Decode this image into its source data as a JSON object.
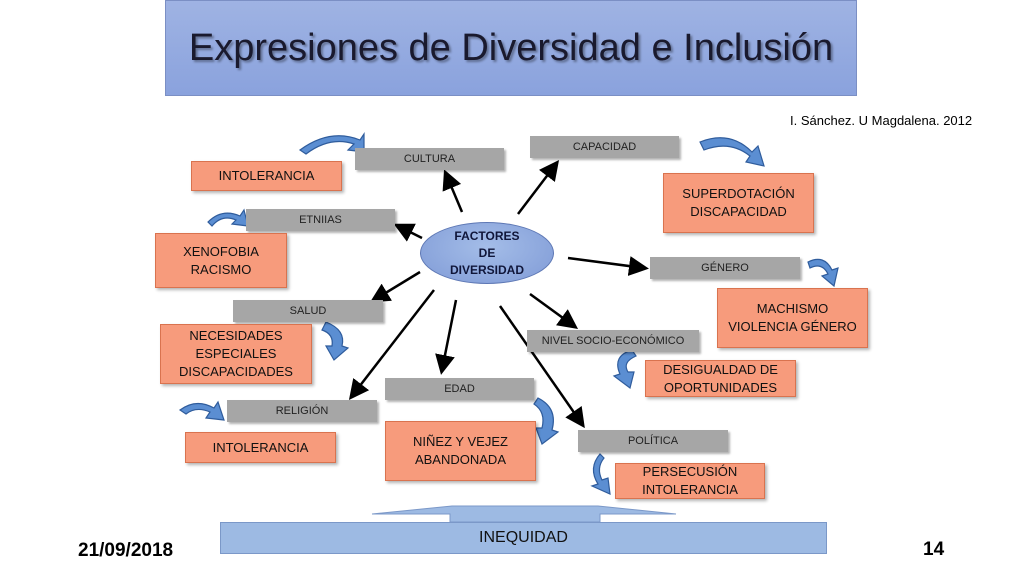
{
  "title": "Expresiones de Diversidad e Inclusión",
  "author": "I. Sánchez. U Magdalena. 2012",
  "center": "FACTORES\nDE\nDIVERSIDAD",
  "factors": {
    "cultura": "CULTURA",
    "capacidad": "CAPACIDAD",
    "etnias": "ETNIIAS",
    "genero": "GÉNERO",
    "salud": "SALUD",
    "nivel": "NIVEL SOCIO-ECONÓMICO",
    "edad": "EDAD",
    "religion": "RELIGIÓN",
    "politica": "POLÍTICA"
  },
  "effects": {
    "intolerancia1": "INTOLERANCIA",
    "superdotacion": "SUPERDOTACIÓN\nDISCAPACIDAD",
    "xenofobia": "XENOFOBIA\nRACISMO",
    "machismo": "MACHISMO\nVIOLENCIA GÉNERO",
    "necesidades": "NECESIDADES\nESPECIALES\nDISCAPACIDADES",
    "desigualdad": "DESIGUALDAD DE\nOPORTUNIDADES",
    "ninez": "NIÑEZ Y VEJEZ\nABANDONADA",
    "intolerancia2": "INTOLERANCIA",
    "persecucion": "PERSECUSIÓN\nINTOLERANCIA"
  },
  "bottom": "INEQUIDAD",
  "footer": {
    "date": "21/09/2018",
    "page": "14"
  }
}
